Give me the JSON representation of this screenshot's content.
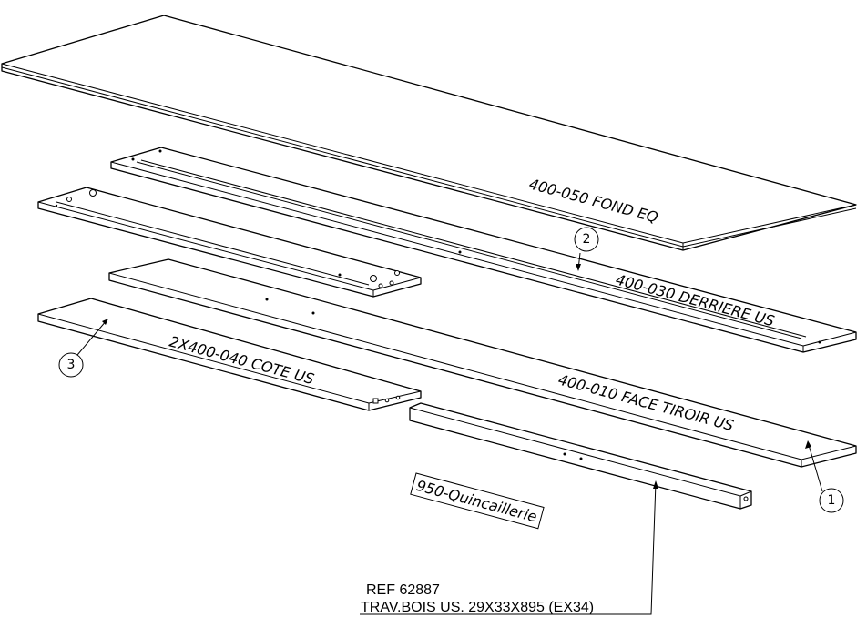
{
  "parts": {
    "fond": "400-050 FOND EQ",
    "derriere": "400-030 DERRIERE US",
    "face": "400-010 FACE TIROIR US",
    "cote": "2X400-040 COTE US",
    "quincaillerie": "950-Quincaillerie"
  },
  "balloons": {
    "b1": "1",
    "b2": "2",
    "b3": "3"
  },
  "reference": {
    "ref": "REF 62887",
    "description": "TRAV.BOIS US. 29X33X895 (EX34)"
  }
}
